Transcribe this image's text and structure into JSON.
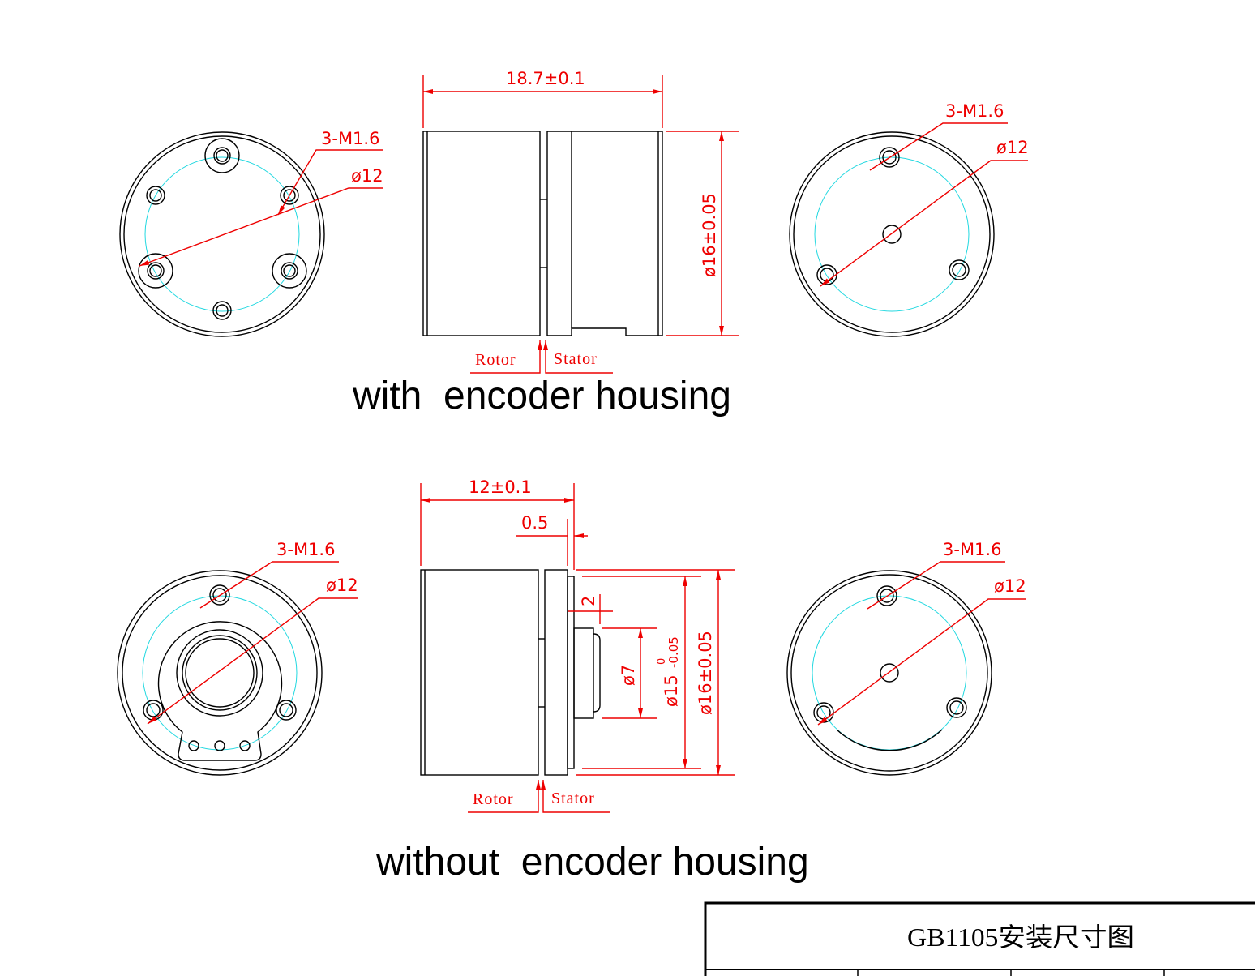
{
  "title_block": {
    "title": "GB1105安装尺寸图"
  },
  "with_encoder": {
    "caption": "with  encoder housing",
    "front_view": {
      "holes_label": "3-M1.6",
      "pcd_label": "ø12"
    },
    "side_view": {
      "length_label": "18.7±0.1",
      "diameter_label": "ø16±0.05",
      "rotor_label": "Rotor",
      "stator_label": "Stator"
    },
    "rear_view": {
      "holes_label": "3-M1.6",
      "pcd_label": "ø12"
    }
  },
  "without_encoder": {
    "caption": "without  encoder housing",
    "front_view": {
      "holes_label": "3-M1.6",
      "pcd_label": "ø12"
    },
    "side_view": {
      "length_label": "12±0.1",
      "gap_label": "0.5",
      "boss_label": "2",
      "shaft_label": "ø7",
      "stator_label_dia": "ø15",
      "tol_upper": "0",
      "tol_lower": "-0.05",
      "diameter_label": "ø16±0.05",
      "rotor_label": "Rotor",
      "stator_label": "Stator"
    },
    "rear_view": {
      "holes_label": "3-M1.6",
      "pcd_label": "ø12"
    }
  },
  "colors": {
    "dimension": "#e00000",
    "pitch_circle": "#22d8e0",
    "outline": "#000000"
  }
}
